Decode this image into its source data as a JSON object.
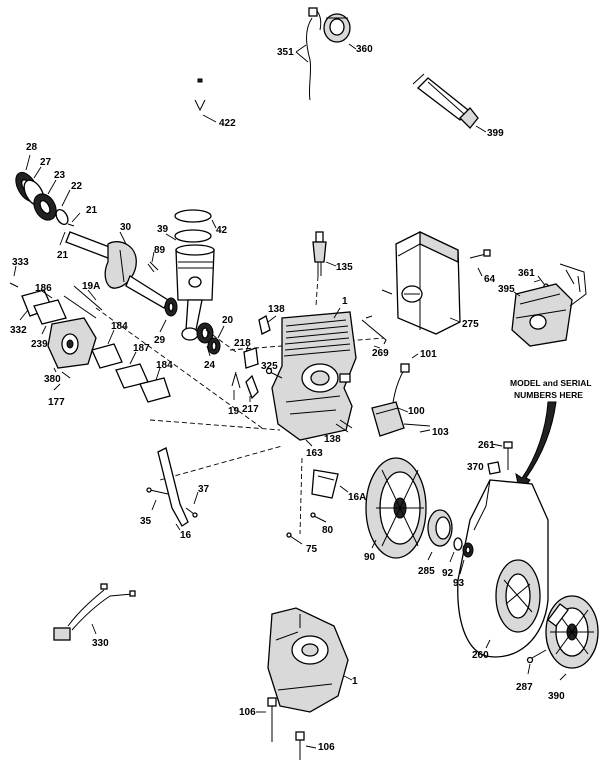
{
  "annotation": {
    "line1": "MODEL and SERIAL",
    "line2": "NUMBERS HERE"
  },
  "labels": {
    "l351": "351",
    "l360": "360",
    "l399": "399",
    "l422": "422",
    "l28": "28",
    "l27": "27",
    "l23": "23",
    "l22": "22",
    "l21a": "21",
    "l21b": "21",
    "l30": "30",
    "l39": "39",
    "l42": "42",
    "l89": "89",
    "l333": "333",
    "l19A": "19A",
    "l186": "186",
    "l332": "332",
    "l239": "239",
    "l184a": "184",
    "l187": "187",
    "l184b": "184",
    "l380": "380",
    "l177": "177",
    "l29": "29",
    "l24": "24",
    "l20": "20",
    "l135": "135",
    "l138a": "138",
    "l1a": "1",
    "l218": "218",
    "l325": "325",
    "l19": "19",
    "l217": "217",
    "l138b": "138",
    "l163": "163",
    "l64": "64",
    "l275": "275",
    "l269": "269",
    "l101": "101",
    "l100": "100",
    "l103": "103",
    "l361": "361",
    "l395": "395",
    "l261": "261",
    "l370": "370",
    "l16A": "16A",
    "l80": "80",
    "l75": "75",
    "l90": "90",
    "l285": "285",
    "l92": "92",
    "l93": "93",
    "l260": "260",
    "l287": "287",
    "l390": "390",
    "l35": "35",
    "l16": "16",
    "l37": "37",
    "l330": "330",
    "l1b": "1",
    "l106a": "106",
    "l106b": "106"
  }
}
